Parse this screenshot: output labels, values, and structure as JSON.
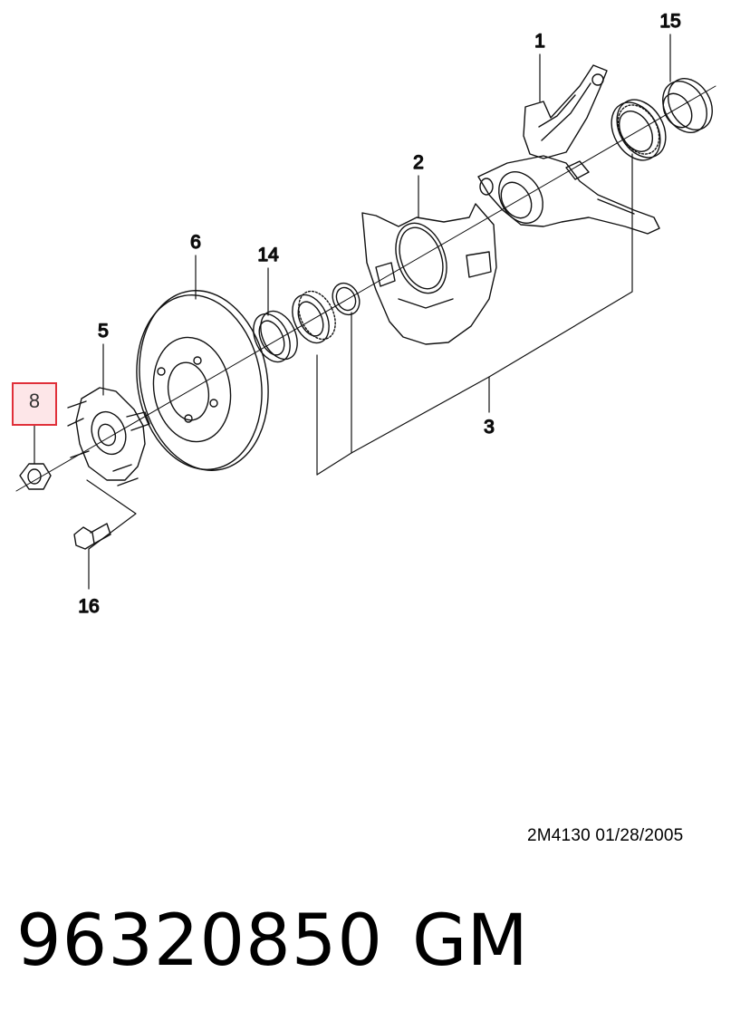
{
  "diagram": {
    "callouts": {
      "c1": "1",
      "c2": "2",
      "c3": "3",
      "c5": "5",
      "c6": "6",
      "c14": "14",
      "c15": "15",
      "c16": "16"
    },
    "highlighted_callout": "8",
    "highlight_color": "#e0303a",
    "highlight_fill": "#fde6e8"
  },
  "footer": {
    "drawing_code": "2M4130  01/28/2005",
    "part_number": "96320850",
    "brand": "GM"
  }
}
